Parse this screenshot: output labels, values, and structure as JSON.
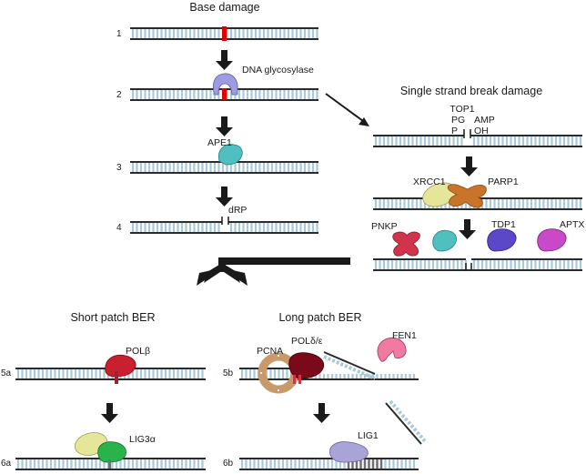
{
  "headers": {
    "base_damage": "Base damage",
    "single_strand": "Single strand break damage",
    "short_patch": "Short patch BER",
    "long_patch": "Long patch BER"
  },
  "steps": [
    "1",
    "2",
    "3",
    "4",
    "5a",
    "6a",
    "5b",
    "6b"
  ],
  "enzymes": {
    "glycosylase": "DNA glycosylase",
    "ape1": "APE1",
    "drp": "dRP",
    "top1": "TOP1",
    "pg": "PG",
    "p": "P",
    "amp": "AMP",
    "oh": "OH",
    "xrcc1": "XRCC1",
    "parp1": "PARP1",
    "pnkp": "PNKP",
    "tdp1": "TDP1",
    "aptx": "APTX",
    "polb": "POLβ",
    "lig3a": "LIG3α",
    "pcna": "PCNA",
    "polde": "POLδ/ε",
    "fen1": "FEN1",
    "lig1": "LIG1"
  },
  "colors": {
    "strand": "#2b2b2b",
    "rung": "#a9c9d8",
    "damage": "#e00000",
    "glycosylase": "#9e9ce0",
    "ape1": "#4fbfbf",
    "xrcc1": "#e6e69a",
    "parp1": "#c8742a",
    "pnkp": "#d0344a",
    "tdp1": "#5a48c8",
    "aptx": "#c94ac9",
    "polb": "#c8202e",
    "lig3a_1": "#e6e69a",
    "lig3a_2": "#29b34a",
    "pcna": "#c89a6a",
    "polde": "#7a0a1a",
    "fen1": "#f27aa0",
    "lig1": "#a8a4d8",
    "new_dna": "#707070"
  }
}
